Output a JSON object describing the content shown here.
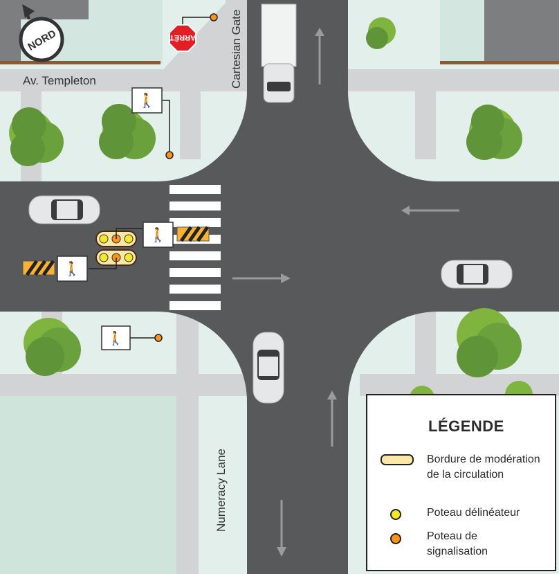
{
  "streets": {
    "templeton": "Av. Templeton",
    "cartesian": "Cartesian Gate",
    "numeracy": "Numeracy Lane"
  },
  "compass": {
    "label": "NORD"
  },
  "stop_sign": {
    "label": "ARRÊT"
  },
  "legend": {
    "title": "LÉGENDE",
    "items": [
      {
        "label": "Bordure de modération de la circulation",
        "color": "#fbe7a8"
      },
      {
        "label": "Poteau délinéateur",
        "color": "#f5e82a"
      },
      {
        "label": "Poteau de signalisation",
        "color": "#f7941d"
      }
    ]
  },
  "colors": {
    "road": "#58595b",
    "sidewalk": "#d1d3d4",
    "ground": "#e3efea",
    "tree": "#6aa13d"
  }
}
